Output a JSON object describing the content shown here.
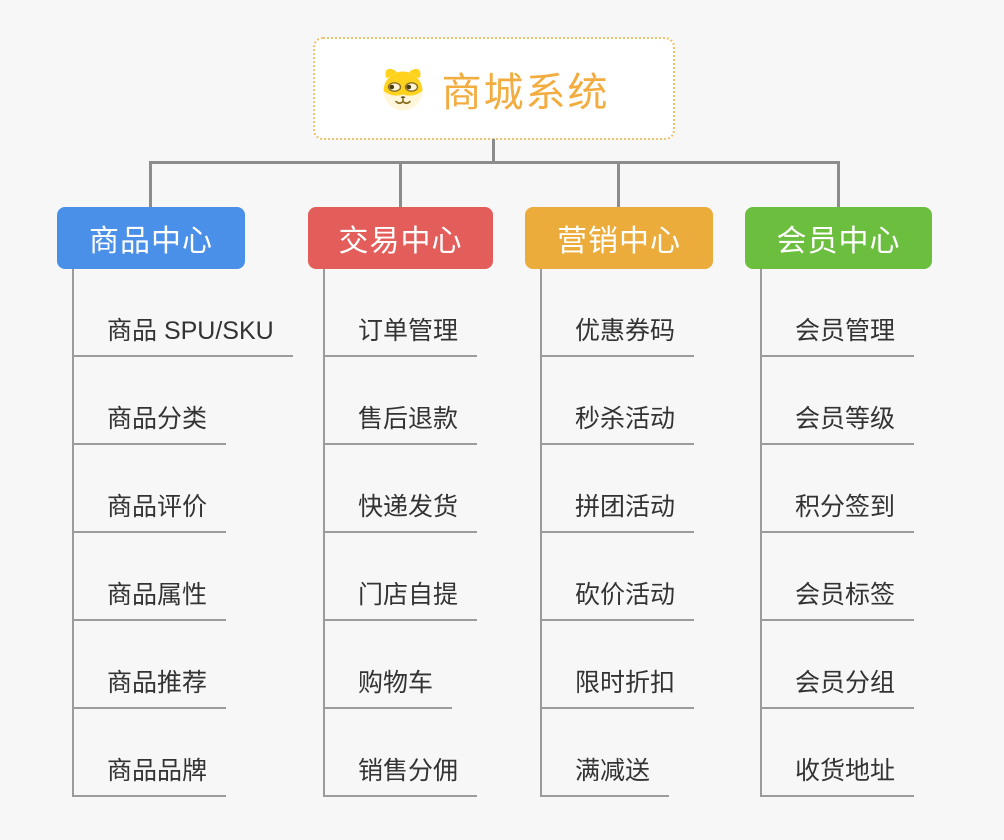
{
  "page": {
    "background_color": "#f7f7f7",
    "connector_color": "#8c8c8c",
    "child_line_color": "#9b9b9b",
    "child_text_color": "#333333"
  },
  "root": {
    "title": "商城系统",
    "icon": "shiba-dog-icon",
    "text_color": "#f2ac3f",
    "border_color": "#f0c06a",
    "background_color": "#ffffff"
  },
  "branches": [
    {
      "label": "商品中心",
      "color": "#4a8fe8",
      "children": [
        "商品 SPU/SKU",
        "商品分类",
        "商品评价",
        "商品属性",
        "商品推荐",
        "商品品牌"
      ]
    },
    {
      "label": "交易中心",
      "color": "#e35d5b",
      "children": [
        "订单管理",
        "售后退款",
        "快递发货",
        "门店自提",
        "购物车",
        "销售分佣"
      ]
    },
    {
      "label": "营销中心",
      "color": "#ebac3b",
      "children": [
        "优惠券码",
        "秒杀活动",
        "拼团活动",
        "砍价活动",
        "限时折扣",
        "满减送"
      ]
    },
    {
      "label": "会员中心",
      "color": "#6cbe3f",
      "children": [
        "会员管理",
        "会员等级",
        "积分签到",
        "会员标签",
        "会员分组",
        "收货地址"
      ]
    }
  ]
}
